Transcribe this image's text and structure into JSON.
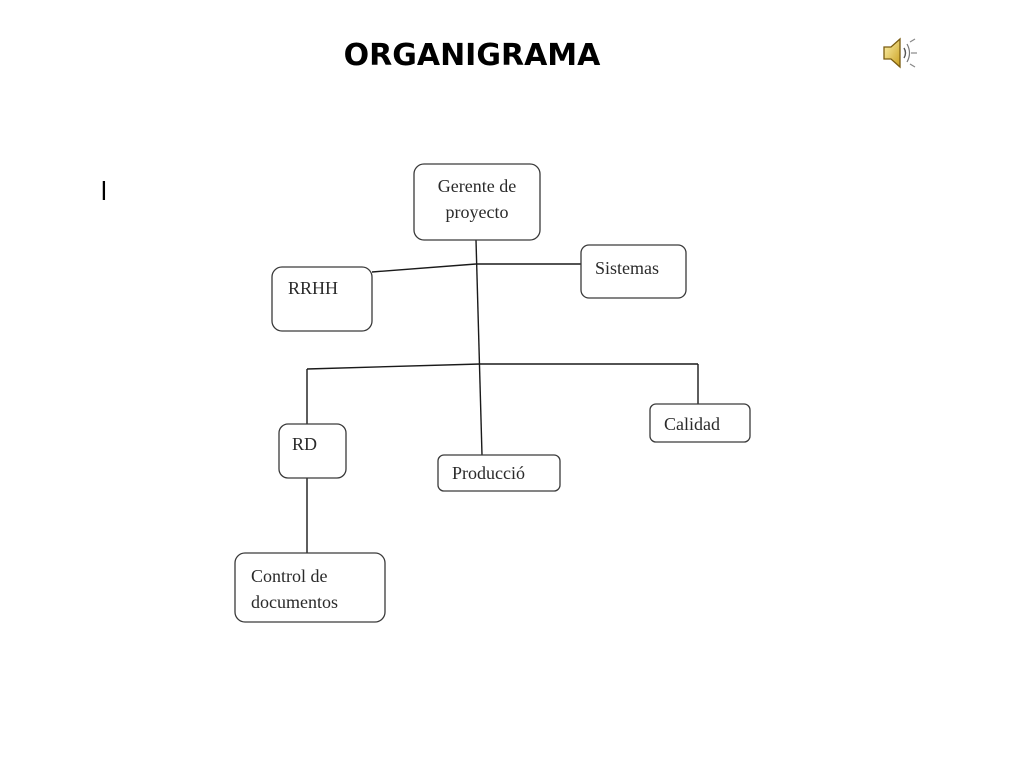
{
  "slide": {
    "title": "ORGANIGRAMA",
    "bullet": "l",
    "audio_icon": "speaker-sound-icon"
  },
  "org": {
    "gerente": [
      "Gerente de",
      "proyecto"
    ],
    "rrhh": "RRHH",
    "sistemas": "Sistemas",
    "rd": "RD",
    "produccio": "Producció",
    "calidad": "Calidad",
    "control": [
      "Control de",
      "documentos"
    ]
  }
}
